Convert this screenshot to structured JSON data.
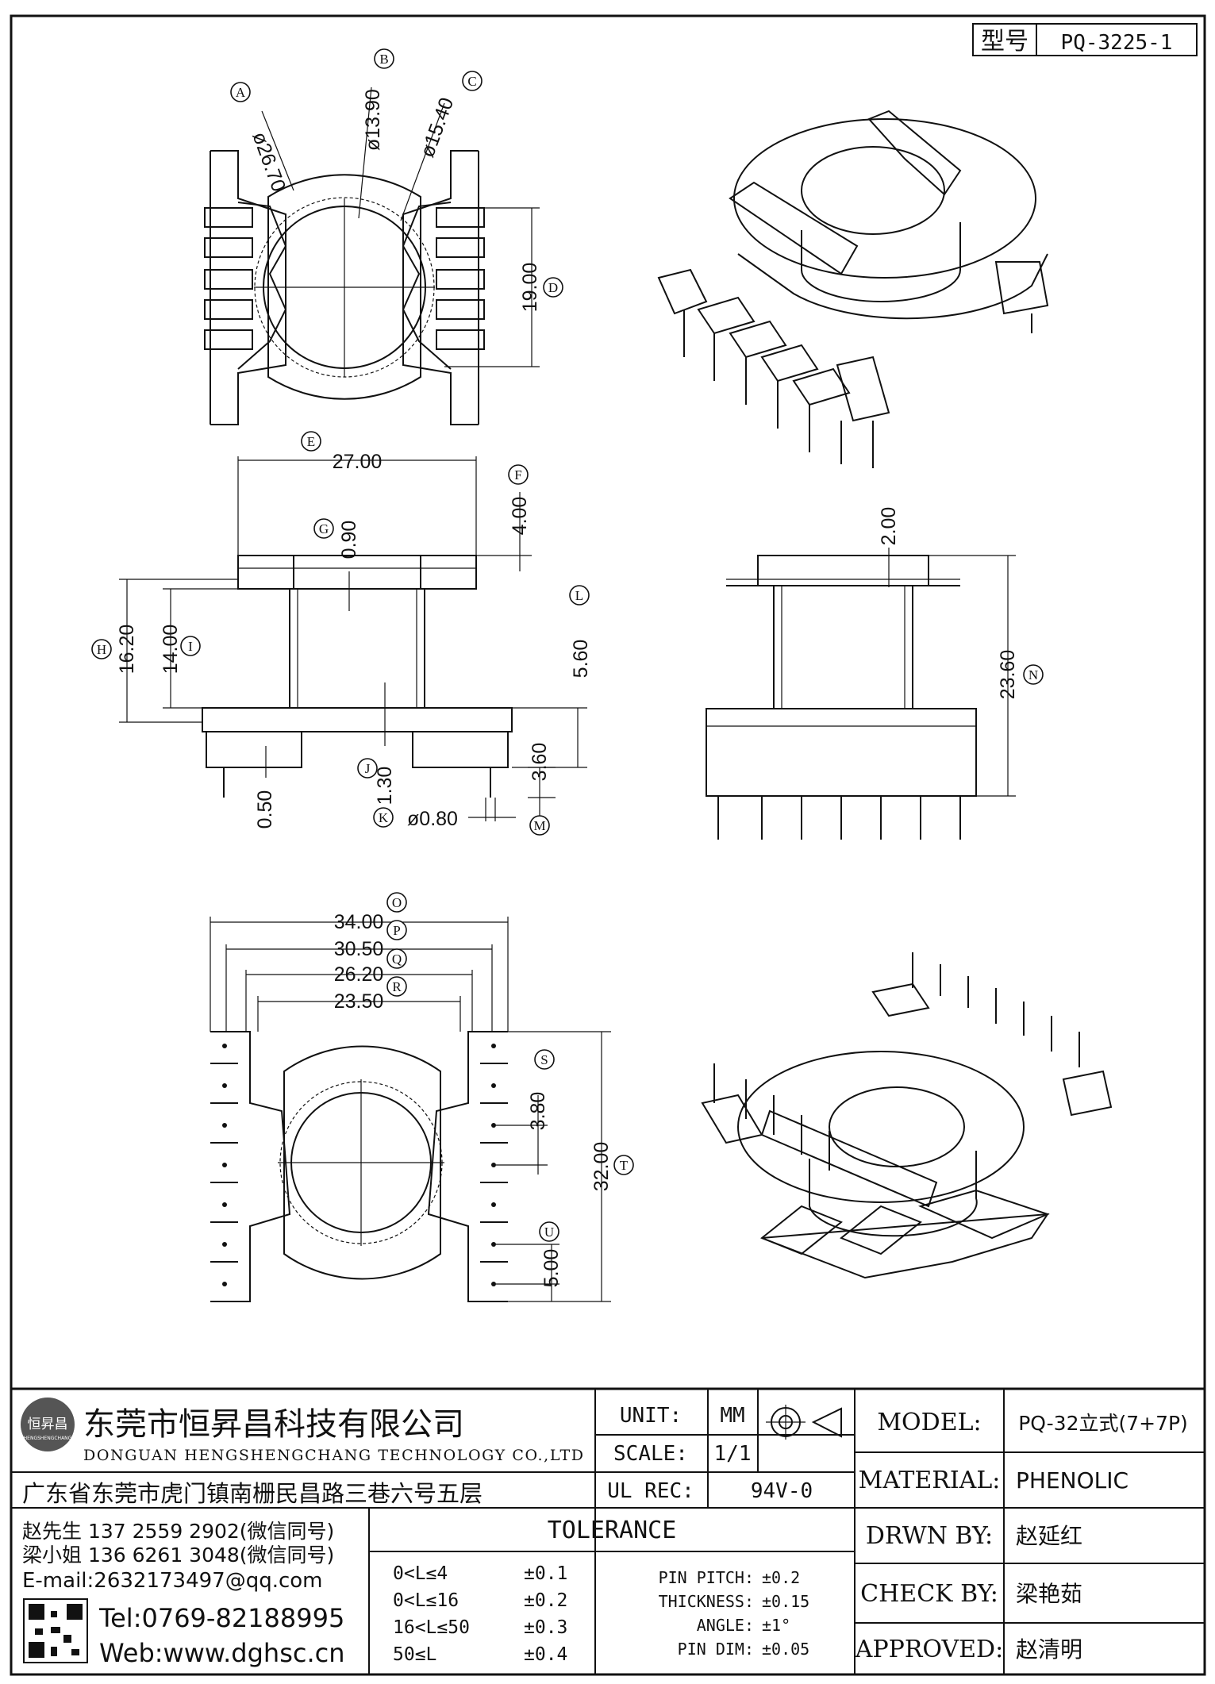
{
  "part_no": {
    "label": "型号",
    "value": "PQ-3225-1"
  },
  "top_view": {
    "dims": [
      {
        "id": "A",
        "text": "ø26.70"
      },
      {
        "id": "B",
        "text": "ø13.90"
      },
      {
        "id": "C",
        "text": "ø15.40"
      },
      {
        "id": "D",
        "text": "19.00"
      }
    ]
  },
  "front_view": {
    "dims": [
      {
        "id": "E",
        "text": "27.00"
      },
      {
        "id": "F",
        "text": "4.00"
      },
      {
        "id": "G",
        "text": "0.90"
      },
      {
        "id": "H",
        "text": "16.20"
      },
      {
        "id": "I",
        "text": "14.00"
      },
      {
        "id": "J",
        "text": "1.30"
      },
      {
        "id": "K",
        "text": "ø0.80"
      },
      {
        "id": "L",
        "text": "5.60"
      },
      {
        "id": "M",
        "text": "3.60"
      },
      {
        "id": "misc",
        "text": "0.50"
      }
    ]
  },
  "side_view": {
    "dims": [
      {
        "id": "N",
        "text": "23.60"
      },
      {
        "id": "top",
        "text": "2.00"
      }
    ]
  },
  "bottom_view": {
    "dims": [
      {
        "id": "O",
        "text": "34.00"
      },
      {
        "id": "P",
        "text": "30.50"
      },
      {
        "id": "Q",
        "text": "26.20"
      },
      {
        "id": "R",
        "text": "23.50"
      },
      {
        "id": "S",
        "text": "3.80"
      },
      {
        "id": "T",
        "text": "32.00"
      },
      {
        "id": "U",
        "text": "5.00"
      }
    ]
  },
  "title_block": {
    "company_cn": "东莞市恒昇昌科技有限公司",
    "company_en": "DONGUAN HENGSHENGCHANG TECHNOLOGY CO.,LTD",
    "logo_text": "恒昇昌",
    "logo_sub": "HENGSHENGCHANG",
    "address": "广东省东莞市虎门镇南栅民昌路三巷六号五层",
    "unit_label": "UNIT:",
    "unit_value": "MM",
    "scale_label": "SCALE:",
    "scale_value": "1/1",
    "ulrec_label": "UL REC:",
    "ulrec_value": "94V-0",
    "model_label": "MODEL:",
    "model_value": "PQ-32立式(7+7P)",
    "material_label": "MATERIAL:",
    "material_value": "PHENOLIC",
    "drwn_label": "DRWN BY:",
    "drwn_value": "赵延红",
    "check_label": "CHECK BY:",
    "check_value": "梁艳茹",
    "approved_label": "APPROVED:",
    "approved_value": "赵清明",
    "contact1": "赵先生 137 2559 2902(微信同号)",
    "contact2": "梁小姐 136 6261 3048(微信同号)",
    "email": "E-mail:2632173497@qq.com",
    "tel": "Tel:0769-82188995",
    "web": "Web:www.dghsc.cn",
    "tolerance_title": "TOLERANCE",
    "tol_rows": [
      {
        "range": "0<L≤4",
        "val": "±0.1"
      },
      {
        "range": "0<L≤16",
        "val": "±0.2"
      },
      {
        "range": "16<L≤50",
        "val": "±0.3"
      },
      {
        "range": "50≤L",
        "val": "±0.4"
      }
    ],
    "tol_misc": [
      {
        "label": "PIN PITCH:",
        "val": "±0.2"
      },
      {
        "label": "THICKNESS:",
        "val": "±0.15"
      },
      {
        "label": "ANGLE:",
        "val": "±1°"
      },
      {
        "label": "PIN DIM:",
        "val": "±0.05"
      }
    ]
  }
}
